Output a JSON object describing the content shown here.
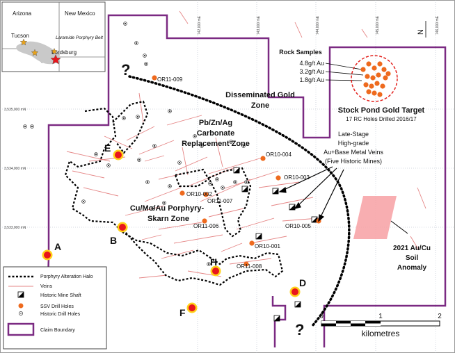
{
  "inset_map": {
    "states": [
      "Arizona",
      "New Mexico"
    ],
    "cities": [
      "Tucson",
      "Lordsburg"
    ],
    "belt_label": "Laramide Porphyry Belt"
  },
  "coordinates": {
    "eastings": [
      "742,000 mE",
      "743,000 mE",
      "744,000 mE",
      "745,000 mE",
      "746,000 mE"
    ],
    "northings": [
      "3,535,000 mN",
      "3,534,000 mN",
      "3,533,000 mN"
    ]
  },
  "north_arrow": "N",
  "zones": {
    "disseminated": [
      "Disseminated Gold",
      "Zone"
    ],
    "carbonate": [
      "Pb/Zn/Ag",
      "Carbonate",
      "Replacement Zone"
    ],
    "porphyry": [
      "Cu/Mo/Au Porphyry-",
      "Skarn Zone"
    ]
  },
  "veins_note": [
    "Late-Stage",
    "High-grade",
    "Au+Base Metal Veins",
    "(Five Historic Mines)"
  ],
  "rock_samples": {
    "title": "Rock Samples",
    "values": [
      "4.8g/t Au",
      "3.2g/t Au",
      "1.8g/t Au"
    ]
  },
  "stock_pond": {
    "title": "Stock Pond Gold Target",
    "subtitle": "17 RC Holes Drilled 2016/17"
  },
  "soil_anomaly": [
    "2021 Au/Cu",
    "Soil",
    "Anomaly"
  ],
  "drill_holes": [
    "OR11-009",
    "OR10-004",
    "OR10-003",
    "OR10-002",
    "OR11-007",
    "OR11-006",
    "OR10-005",
    "OR10-001",
    "OR11-008"
  ],
  "sites": [
    "A",
    "B",
    "D",
    "E",
    "F",
    "H"
  ],
  "question_marks": [
    "?",
    "?"
  ],
  "scale_bar": {
    "ticks": [
      "0",
      "1",
      "2"
    ],
    "unit": "kilometres"
  },
  "legend": {
    "items": [
      {
        "key": "halo",
        "label": "Porphyry Alteration Halo"
      },
      {
        "key": "veins",
        "label": "Veins"
      },
      {
        "key": "shaft",
        "label": "Historic Mine Shaft"
      },
      {
        "key": "ssv",
        "label": "SSV Drill Holes"
      },
      {
        "key": "historic",
        "label": "Historic Drill Holes"
      },
      {
        "key": "claim",
        "label": "Claim Boundary"
      }
    ]
  },
  "colors": {
    "claim": "#7b2a82",
    "halo": "#000000",
    "vein": "#e58585",
    "ssv": "#ee6a1e",
    "site_fill": "#e8151c",
    "site_ring": "#ffd21a",
    "anomaly": "#f7a0a3",
    "dashed_circle": "#e3201c",
    "grid": "#aab4c4"
  }
}
